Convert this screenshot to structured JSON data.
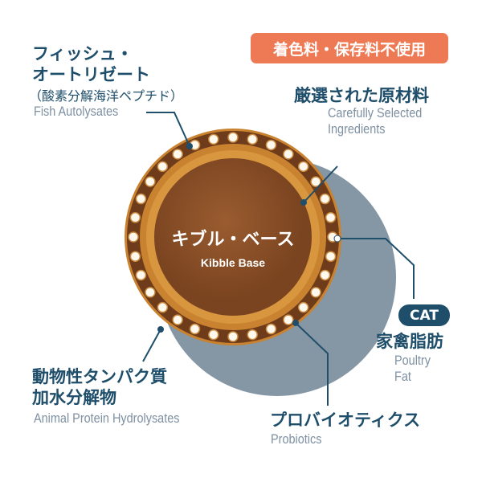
{
  "badge": "着色料・保存料不使用",
  "center": {
    "jp": "キブル・ベース",
    "en": "Kibble Base"
  },
  "fish": {
    "jp1": "フィッシュ・",
    "jp2": "オートリゼート",
    "sub": "（酸素分解海洋ペプチド）",
    "en": "Fish Autolysates"
  },
  "selected": {
    "jp": "厳選された原材料",
    "en1": "Carefully Selected",
    "en2": "Ingredients"
  },
  "poultry": {
    "badge": "CAT",
    "jp": "家禽脂肪",
    "en1": "Poultry",
    "en2": "Fat"
  },
  "animal": {
    "jp1": "動物性タンパク質",
    "jp2": "加水分解物",
    "en": "Animal Protein Hydrolysates"
  },
  "probiotics": {
    "jp": "プロバイオティクス",
    "en": "Probiotics"
  },
  "colors": {
    "title": "#1f4e6b",
    "english": "#7e90a1",
    "badge": "#ee7a55",
    "kibble": "#8b4f28",
    "ring": "#c9822f",
    "shadow": "#8596a5"
  }
}
